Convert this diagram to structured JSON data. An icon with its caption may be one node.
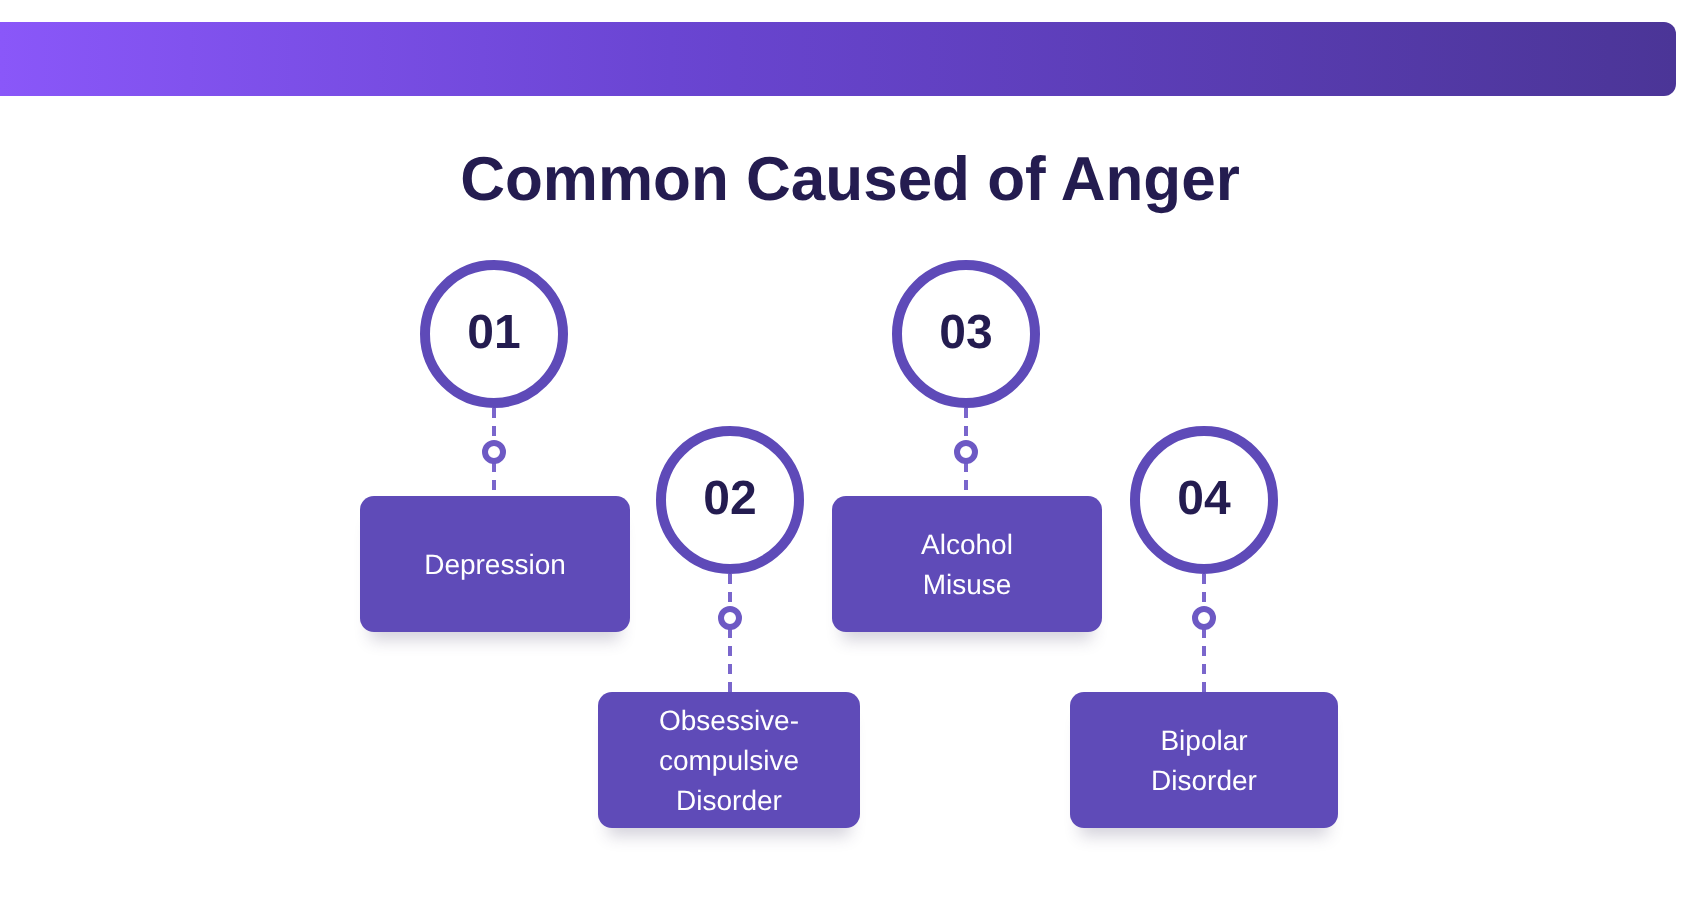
{
  "diagram": {
    "title": "Common Caused of Anger",
    "nodes": [
      {
        "text": [
          "01"
        ]
      },
      {
        "text": [
          "Depression"
        ]
      },
      {
        "text": [
          "02"
        ]
      },
      {
        "text": [
          "Obsessive-compulsive Disorder"
        ]
      },
      {
        "text": [
          "03"
        ]
      },
      {
        "text": [
          "Alcohol Misuse"
        ]
      },
      {
        "text": [
          "04"
        ]
      },
      {
        "text": [
          "Bipolar Disorder"
        ]
      }
    ],
    "edges": [
      {
        "from": 0,
        "to": 1,
        "arrow": "none",
        "style": "dashed"
      },
      {
        "from": 2,
        "to": 3,
        "arrow": "none",
        "style": "dashed"
      },
      {
        "from": 4,
        "to": 5,
        "arrow": "none",
        "style": "dashed"
      },
      {
        "from": 6,
        "to": 7,
        "arrow": "none",
        "style": "dashed"
      }
    ]
  }
}
